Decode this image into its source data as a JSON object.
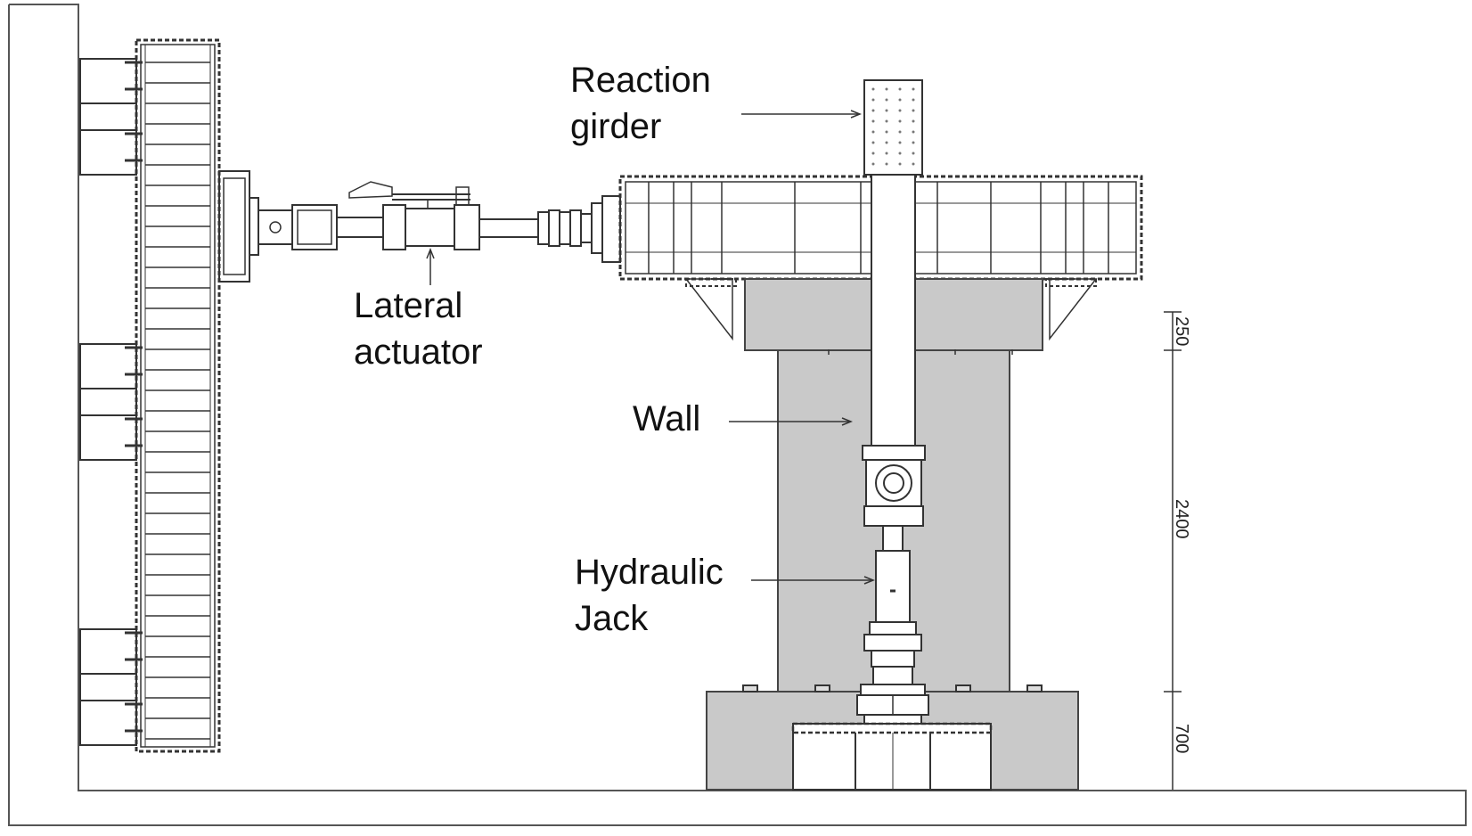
{
  "labels": {
    "reaction_girder": [
      "Reaction",
      "girder"
    ],
    "lateral_actuator": [
      "Lateral",
      "actuator"
    ],
    "wall": "Wall",
    "hydraulic_jack": [
      "Hydraulic",
      "Jack"
    ]
  },
  "dimensions": {
    "top": "250",
    "middle": "2400",
    "bottom": "700"
  },
  "colors": {
    "wall_fill": "#c9c9c9",
    "line": "#333333",
    "background": "#ffffff"
  }
}
